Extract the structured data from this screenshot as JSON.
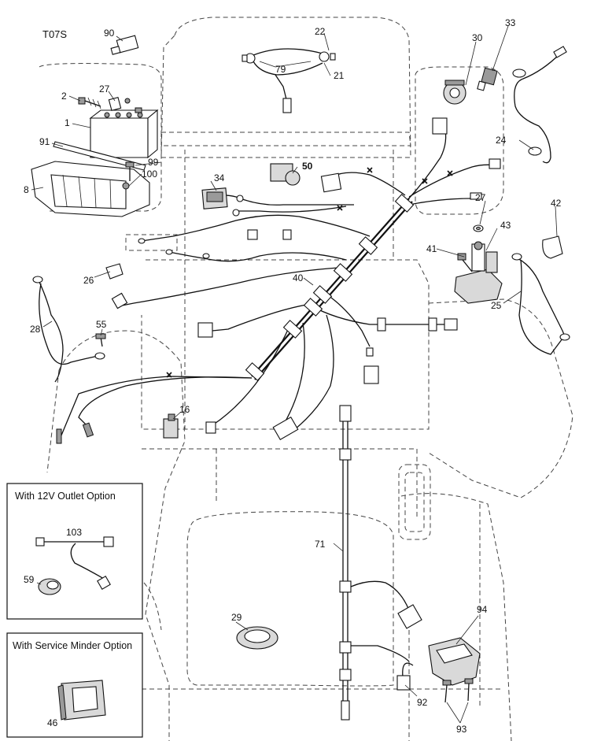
{
  "diagram_code": "T07S",
  "parts": [
    {
      "id": "p90",
      "label": "90"
    },
    {
      "id": "p22",
      "label": "22"
    },
    {
      "id": "p79",
      "label": "79"
    },
    {
      "id": "p21",
      "label": "21"
    },
    {
      "id": "p30",
      "label": "30"
    },
    {
      "id": "p33",
      "label": "33"
    },
    {
      "id": "p2",
      "label": "2"
    },
    {
      "id": "p27a",
      "label": "27"
    },
    {
      "id": "p1",
      "label": "1"
    },
    {
      "id": "p91",
      "label": "91"
    },
    {
      "id": "p99",
      "label": "99"
    },
    {
      "id": "p100",
      "label": "100"
    },
    {
      "id": "p8",
      "label": "8"
    },
    {
      "id": "p50",
      "label": "50"
    },
    {
      "id": "p24",
      "label": "24"
    },
    {
      "id": "p34",
      "label": "34"
    },
    {
      "id": "p27b",
      "label": "27"
    },
    {
      "id": "p42",
      "label": "42"
    },
    {
      "id": "p43",
      "label": "43"
    },
    {
      "id": "p41",
      "label": "41"
    },
    {
      "id": "p26",
      "label": "26"
    },
    {
      "id": "p40",
      "label": "40"
    },
    {
      "id": "p25",
      "label": "25"
    },
    {
      "id": "p28",
      "label": "28"
    },
    {
      "id": "p55",
      "label": "55"
    },
    {
      "id": "p16",
      "label": "16"
    },
    {
      "id": "p103",
      "label": "103"
    },
    {
      "id": "p59",
      "label": "59"
    },
    {
      "id": "p71",
      "label": "71"
    },
    {
      "id": "p29",
      "label": "29"
    },
    {
      "id": "p94",
      "label": "94"
    },
    {
      "id": "p46",
      "label": "46"
    },
    {
      "id": "p92",
      "label": "92"
    },
    {
      "id": "p93",
      "label": "93"
    }
  ],
  "option_boxes": [
    {
      "id": "outlet",
      "title": "With 12V Outlet Option"
    },
    {
      "id": "minder",
      "title": "With Service Minder Option"
    }
  ]
}
